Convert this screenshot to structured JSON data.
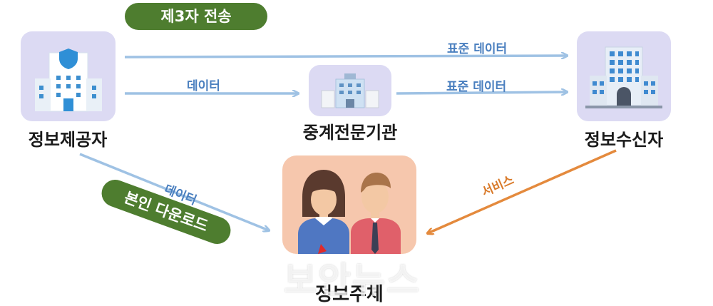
{
  "nodes": {
    "provider": "정보제공자",
    "intermediary": "중계전문기관",
    "recipient": "정보수신자",
    "subject": "정보주체"
  },
  "pills": {
    "third_party": "제3자 전송",
    "self_download": "본인 다운로드"
  },
  "edges": {
    "top_standard_data": "표준 데이터",
    "provider_to_intermediary": "데이터",
    "intermediary_standard_data": "표준 데이터",
    "provider_to_subject": "데이터",
    "recipient_service": "서비스"
  },
  "watermark": "보안뉴스",
  "colors": {
    "arrow_blue": "#9fc2e4",
    "arrow_orange": "#e48a3d",
    "label_blue": "#4a7fbf",
    "label_orange": "#d97a2a",
    "pill_green": "#4e7d2f",
    "tile_lavender": "#dcdaf3",
    "tile_peach": "#f6c7ad"
  },
  "icons": {
    "provider": "hospital-building-icon",
    "intermediary": "data-center-icon",
    "recipient": "office-building-icon",
    "subject": "people-icon"
  }
}
